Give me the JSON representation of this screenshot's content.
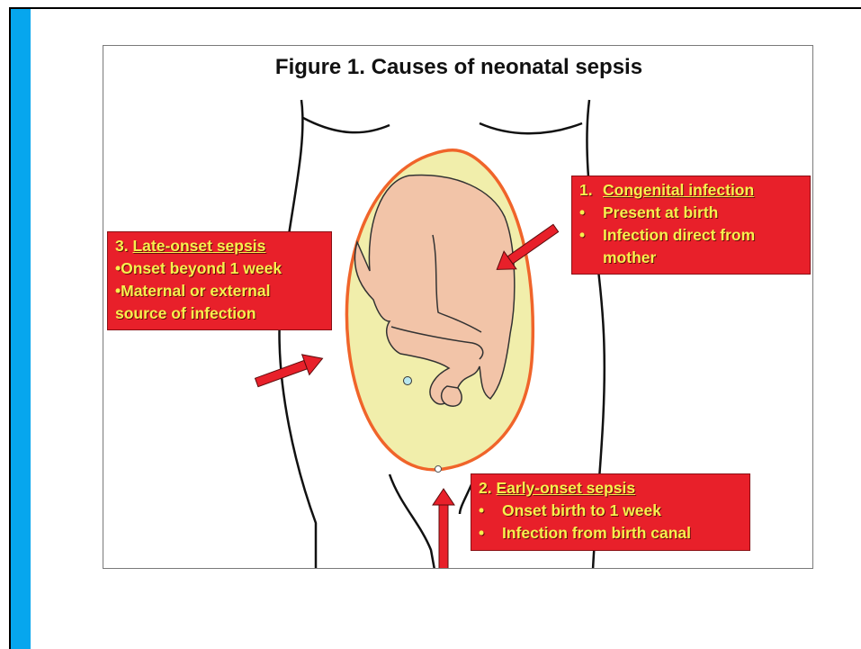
{
  "figure": {
    "title": "Figure 1. Causes of neonatal sepsis"
  },
  "boxes": {
    "congenital": {
      "number": "1.",
      "heading": "Congenital infection",
      "bullet_char": "•",
      "bullets": [
        "Present at birth",
        "Infection direct from",
        "mother"
      ]
    },
    "early": {
      "number": "2.",
      "heading": "Early-onset sepsis",
      "bullet_char": "•",
      "bullets": [
        "Onset birth to 1 week",
        "Infection from birth canal"
      ]
    },
    "late": {
      "number": "3.",
      "heading": "Late-onset sepsis",
      "lines": [
        "•Onset beyond 1 week",
        "•Maternal or external",
        "source of infection"
      ]
    }
  },
  "colors": {
    "accent_bar": "#06a6ee",
    "box_fill": "#e8202a",
    "box_text": "#f7f04e",
    "fetus": "#f2c4a8",
    "amniotic": "#f1eeab",
    "uterus_outline": "#f0642a"
  }
}
